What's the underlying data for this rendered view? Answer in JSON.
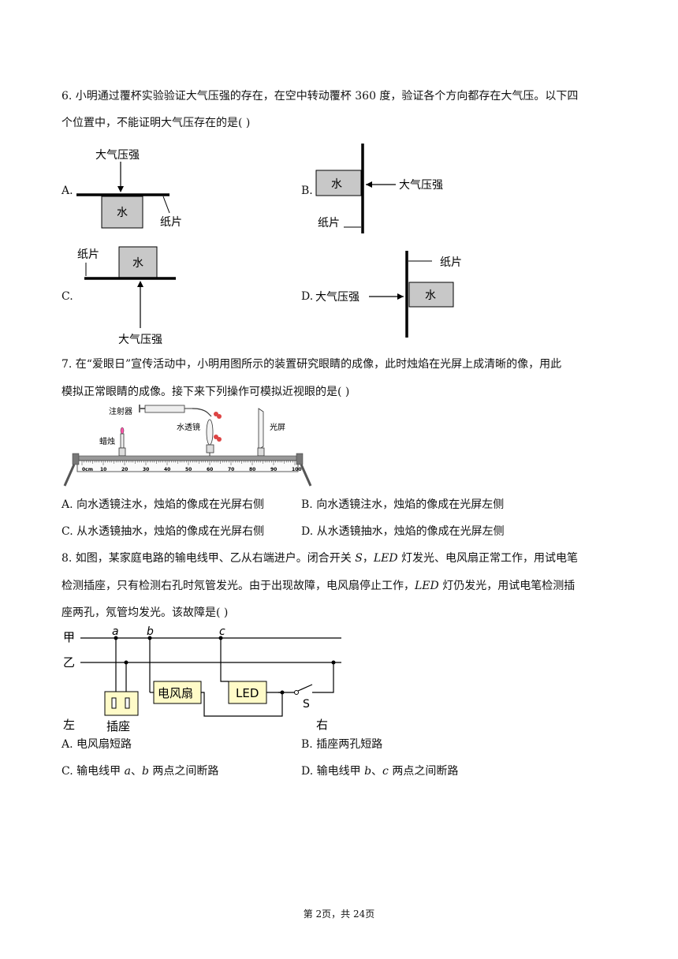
{
  "q6": {
    "line1": "6. 小明通过覆杯实验验证大气压强的存在，在空中转动覆杯 360 度，验证各个方向都存在大气压。以下四",
    "line2": "个位置中，不能证明大气压存在的是(    )",
    "optA_label": "A.",
    "optB_label": "B.",
    "optC_label": "C.",
    "optD_label": "D.",
    "pressure": "大气压强",
    "water": "水",
    "paper": "纸片"
  },
  "q7": {
    "line1": "7. 在“爱眼日”宣传活动中，小明用图所示的装置研究眼睛的成像，此时烛焰在光屏上成清晰的像，用此",
    "line2": "模拟正常眼睛的成像。接下来下列操作可模拟近视眼的是(    )",
    "fig": {
      "syringe": "注射器",
      "lens": "水透镜",
      "candle": "蜡烛",
      "screen": "光屏",
      "ticks": [
        "0cm",
        "10",
        "20",
        "30",
        "40",
        "50",
        "60",
        "70",
        "80",
        "90",
        "100"
      ]
    },
    "optA": "A. 向水透镜注水，烛焰的像成在光屏右侧",
    "optB": "B. 向水透镜注水，烛焰的像成在光屏左侧",
    "optC": "C. 从水透镜抽水，烛焰的像成在光屏右侧",
    "optD": "D. 从水透镜抽水，烛焰的像成在光屏左侧"
  },
  "q8": {
    "line1_a": "8. 如图，某家庭电路的输电线甲、乙从右端进户。闭合开关 ",
    "S": "S",
    "line1_b": "，",
    "LED": "LED",
    "line1_c": " 灯发光、电风扇正常工作，用试电笔",
    "line2": "检测插座，只有检测右孔时氖管发光。由于出现故障，电风扇停止工作，",
    "line2_b": " 灯仍发光，用试电笔检测插",
    "line3": "座两孔，氖管均发光。该故障是(    )",
    "fig": {
      "wire_jia": "甲",
      "wire_yi": "乙",
      "a": "a",
      "b": "b",
      "c": "c",
      "fan": "电风扇",
      "led": "LED",
      "switch": "S",
      "left": "左",
      "right": "右",
      "socket": "插座"
    },
    "optA": "A. 电风扇短路",
    "optB": "B. 插座两孔短路",
    "optC_pre": "C. 输电线甲 ",
    "optC_a": "a",
    "optC_mid": "、",
    "optC_b": "b",
    "optC_post": " 两点之间断路",
    "optD_pre": "D. 输电线甲 ",
    "optD_b": "b",
    "optD_mid": "、",
    "optD_c": "c",
    "optD_post": " 两点之间断路"
  },
  "footer": "第 2页，共 24页"
}
